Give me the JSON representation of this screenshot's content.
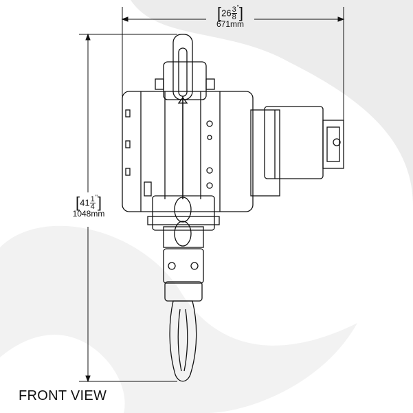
{
  "title": "FRONT VIEW",
  "width_dimension": {
    "whole": "26",
    "numerator": "3",
    "denominator": "8",
    "unit_mark": "\"",
    "metric": "671mm"
  },
  "height_dimension": {
    "whole": "41",
    "numerator": "1",
    "denominator": "4",
    "unit_mark": "\"",
    "metric": "1048mm"
  },
  "colors": {
    "line": "#111111",
    "watermark": "#ececec"
  }
}
